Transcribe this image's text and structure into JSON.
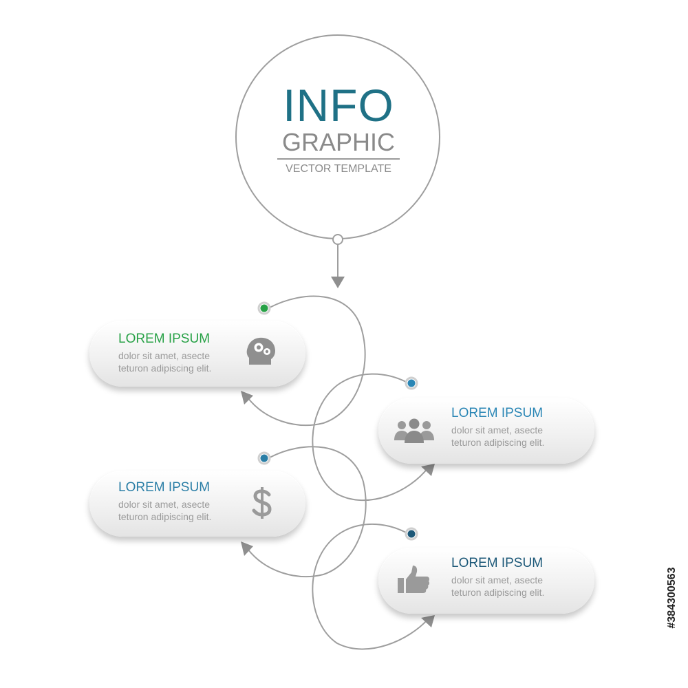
{
  "title": {
    "line1": "INFO",
    "line2": "GRAPHIC",
    "line3": "VECTOR TEMPLATE"
  },
  "colors": {
    "teal": "#1f7186",
    "green": "#27a146",
    "blue": "#2a86b5",
    "navy": "#1c5878",
    "gray": "#8a8a8a",
    "connector": "#9e9e9e"
  },
  "items": [
    {
      "heading": "LOREM IPSUM",
      "body_line1": "dolor sit amet, asecte",
      "body_line2": "teturon adipiscing elit.",
      "icon": "head-gears-icon",
      "accent": "#27a146"
    },
    {
      "heading": "LOREM IPSUM",
      "body_line1": "dolor sit amet, asecte",
      "body_line2": "teturon adipiscing elit.",
      "icon": "people-group-icon",
      "accent": "#2a86b5"
    },
    {
      "heading": "LOREM IPSUM",
      "body_line1": "dolor sit amet, asecte",
      "body_line2": "teturon adipiscing elit.",
      "icon": "dollar-icon",
      "accent": "#2a7ea6"
    },
    {
      "heading": "LOREM IPSUM",
      "body_line1": "dolor sit amet, asecte",
      "body_line2": "teturon adipiscing elit.",
      "icon": "thumbs-up-icon",
      "accent": "#1c5878"
    }
  ],
  "watermark": {
    "stock_id": "#384300563"
  }
}
